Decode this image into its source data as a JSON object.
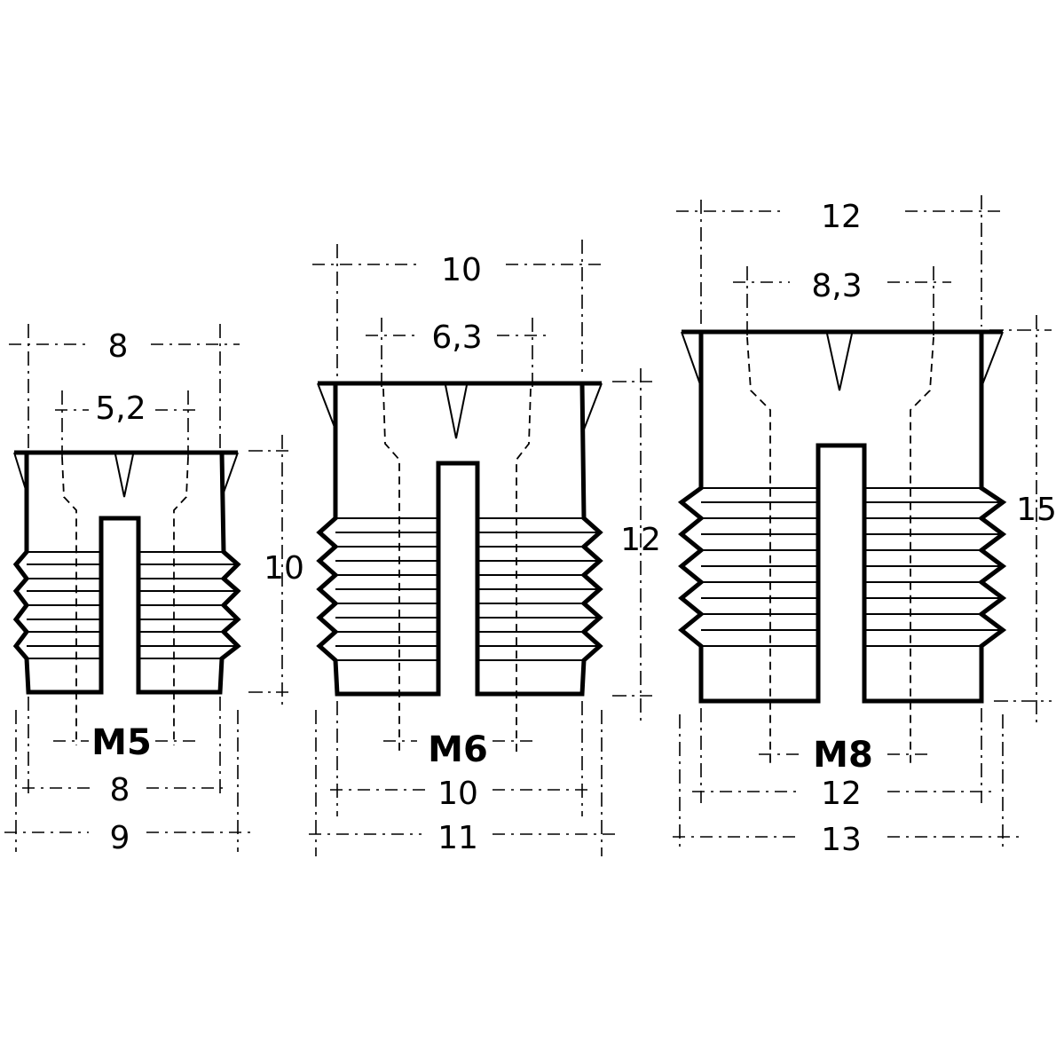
{
  "inserts": [
    {
      "thread": "M5",
      "top_outer": "8",
      "top_inner": "5,2",
      "height": "10",
      "bottom_inner": "8",
      "bottom_outer": "9"
    },
    {
      "thread": "M6",
      "top_outer": "10",
      "top_inner": "6,3",
      "height": "12",
      "bottom_inner": "10",
      "bottom_outer": "11"
    },
    {
      "thread": "M8",
      "top_outer": "12",
      "top_inner": "8,3",
      "height": "15",
      "bottom_inner": "12",
      "bottom_outer": "13"
    }
  ]
}
